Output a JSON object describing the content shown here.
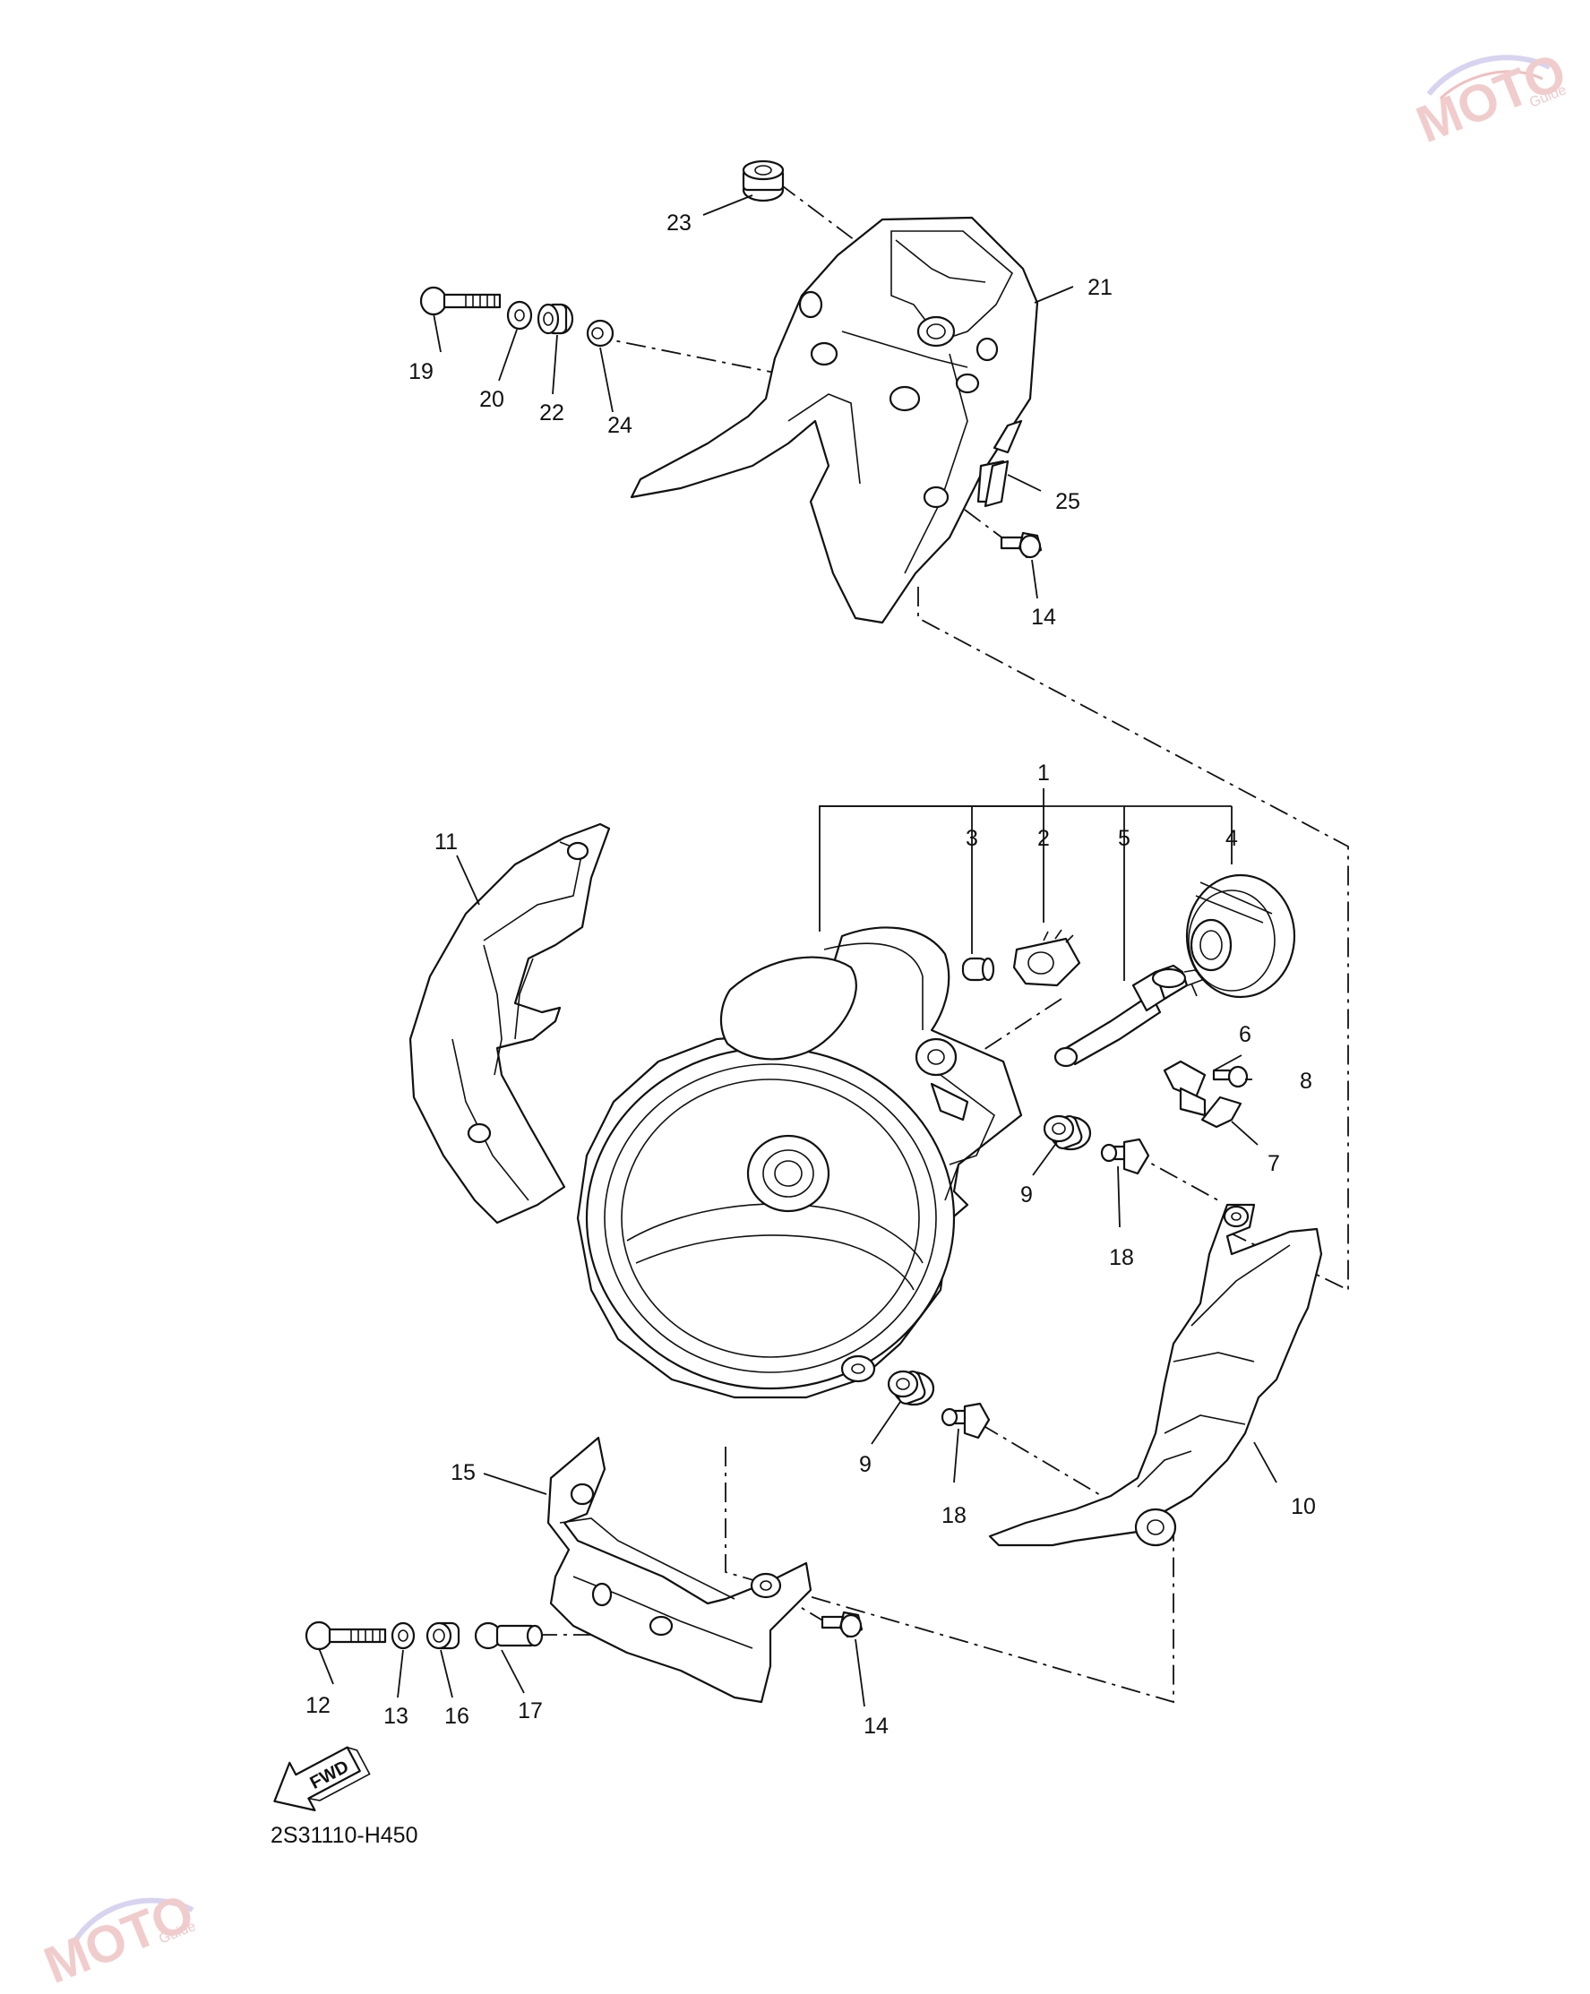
{
  "diagram": {
    "code": "2S31110-H450",
    "fwd_label": "FWD",
    "watermark": {
      "text": "MOTO",
      "sub": "Guide"
    },
    "callouts": [
      {
        "id": "c1",
        "text": "1"
      },
      {
        "id": "c2",
        "text": "2"
      },
      {
        "id": "c3",
        "text": "3"
      },
      {
        "id": "c4",
        "text": "4"
      },
      {
        "id": "c5",
        "text": "5"
      },
      {
        "id": "c6",
        "text": "6"
      },
      {
        "id": "c7",
        "text": "7"
      },
      {
        "id": "c8",
        "text": "8"
      },
      {
        "id": "c9a",
        "text": "9"
      },
      {
        "id": "c9b",
        "text": "9"
      },
      {
        "id": "c10",
        "text": "10"
      },
      {
        "id": "c11",
        "text": "11"
      },
      {
        "id": "c12",
        "text": "12"
      },
      {
        "id": "c13",
        "text": "13"
      },
      {
        "id": "c14a",
        "text": "14"
      },
      {
        "id": "c14b",
        "text": "14"
      },
      {
        "id": "c15",
        "text": "15"
      },
      {
        "id": "c16",
        "text": "16"
      },
      {
        "id": "c17",
        "text": "17"
      },
      {
        "id": "c18a",
        "text": "18"
      },
      {
        "id": "c18b",
        "text": "18"
      },
      {
        "id": "c19",
        "text": "19"
      },
      {
        "id": "c20",
        "text": "20"
      },
      {
        "id": "c21",
        "text": "21"
      },
      {
        "id": "c22",
        "text": "22"
      },
      {
        "id": "c23",
        "text": "23"
      },
      {
        "id": "c24",
        "text": "24"
      },
      {
        "id": "c25",
        "text": "25"
      }
    ]
  }
}
